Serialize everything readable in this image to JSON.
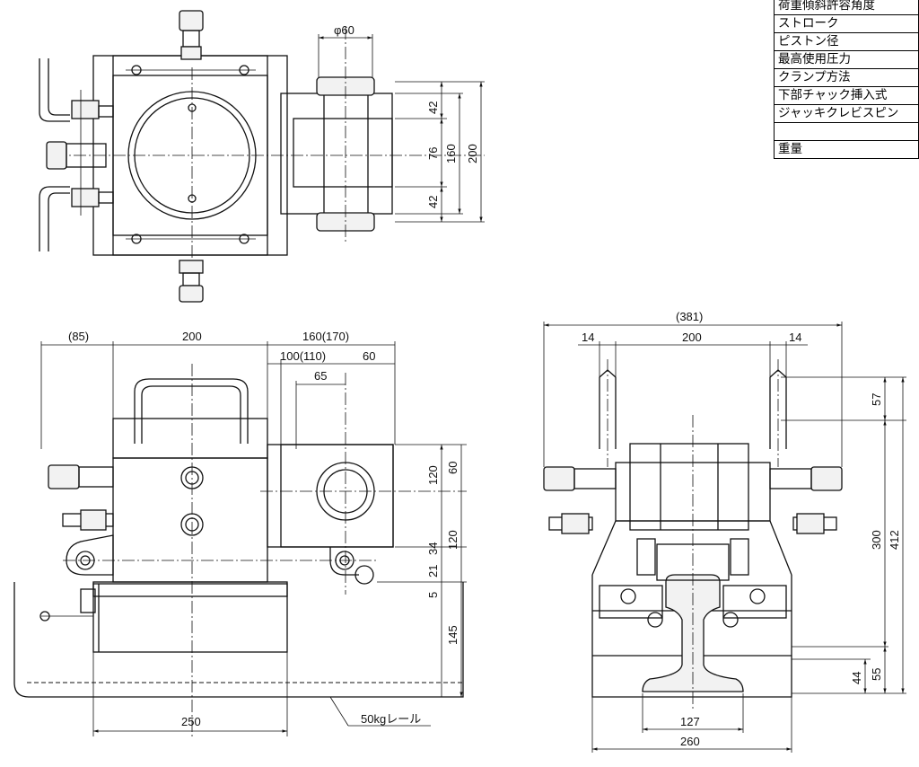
{
  "spec_table": {
    "rows": [
      "荷重傾斜許容角度",
      "ストローク",
      "ピストン径",
      "最高使用圧力",
      "クランプ方法",
      "下部チャック挿入式",
      "ジャッキクレビスピン",
      "",
      "重量"
    ]
  },
  "top_view": {
    "dim_phi": "φ60",
    "dim_42a": "42",
    "dim_76": "76",
    "dim_42b": "42",
    "dim_160": "160",
    "dim_200": "200"
  },
  "front_view": {
    "dim_85": "(85)",
    "dim_200": "200",
    "dim_160_170": "160(170)",
    "dim_100_110": "100(110)",
    "dim_60": "60",
    "dim_65": "65",
    "dim_120a": "120",
    "dim_60v": "60",
    "dim_120b": "120",
    "dim_34": "34",
    "dim_21": "21",
    "dim_5": "5",
    "dim_145": "145",
    "dim_250": "250",
    "rail_label": "50kgレール"
  },
  "side_view": {
    "dim_381": "(381)",
    "dim_14a": "14",
    "dim_200": "200",
    "dim_14b": "14",
    "dim_57": "57",
    "dim_300": "300",
    "dim_412": "412",
    "dim_44": "44",
    "dim_55": "55",
    "dim_127": "127",
    "dim_260": "260"
  }
}
